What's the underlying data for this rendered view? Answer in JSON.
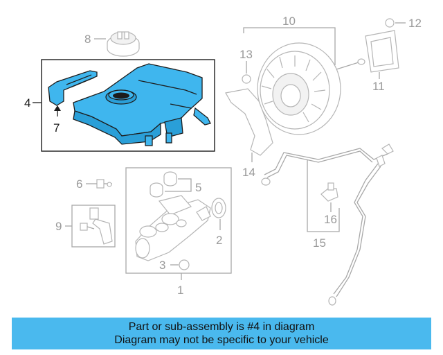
{
  "callouts": {
    "c1": "1",
    "c2": "2",
    "c3": "3",
    "c4": "4",
    "c5": "5",
    "c6": "6",
    "c7": "7",
    "c8": "8",
    "c9": "9",
    "c10": "10",
    "c11": "11",
    "c12": "12",
    "c13": "13",
    "c14": "14",
    "c15": "15",
    "c16": "16"
  },
  "highlight": {
    "part": "4",
    "color": "#3fb6ee"
  },
  "banner": {
    "line1": "Part or sub-assembly is #4 in diagram",
    "line2": "Diagram may not be specific to your vehicle",
    "color": "#4ab9ee"
  }
}
